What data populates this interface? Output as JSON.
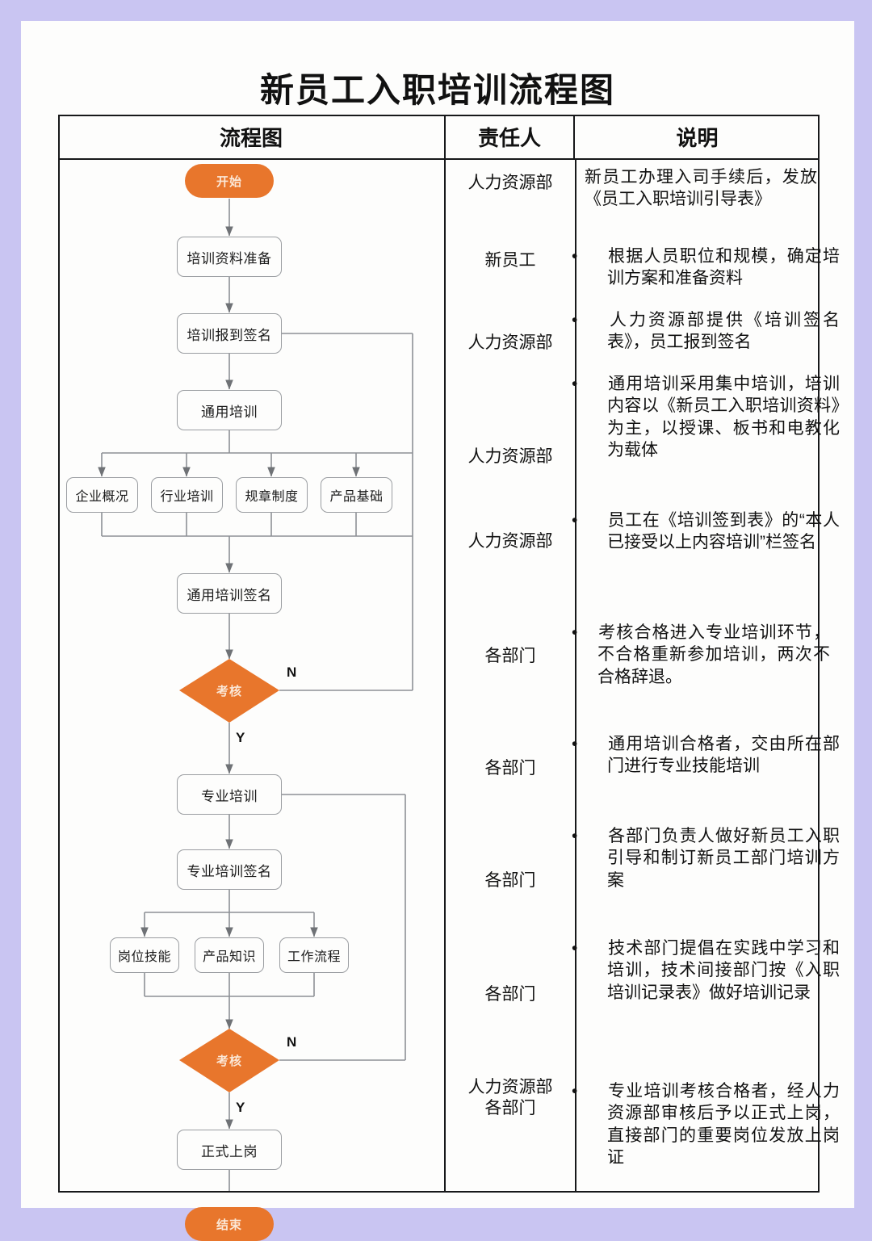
{
  "document": {
    "title": "新员工入职培训流程图",
    "accent_color": "#e8762c",
    "page_background": "#fdfdfc",
    "border_background": "#c9c5f2"
  },
  "table": {
    "headers": [
      "流程图",
      "责任人",
      "说明"
    ]
  },
  "flowchart": {
    "nodes": {
      "start": "开始",
      "prepare": "培训资料准备",
      "signin": "培训报到签名",
      "general": "通用培训",
      "g1": "企业概况",
      "g2": "行业培训",
      "g3": "规章制度",
      "g4": "产品基础",
      "general_sign": "通用培训签名",
      "exam1": "考核",
      "pro": "专业培训",
      "pro_sign": "专业培训签名",
      "p1": "岗位技能",
      "p2": "产品知识",
      "p3": "工作流程",
      "exam2": "考核",
      "onboard": "正式上岗",
      "end": "结束"
    },
    "branch_labels": {
      "exam1_no": "N",
      "exam1_yes": "Y",
      "exam2_no": "N",
      "exam2_yes": "Y"
    }
  },
  "owners": [
    "人力资源部",
    "新员工",
    "人力资源部",
    "人力资源部",
    "人力资源部",
    "各部门",
    "各部门",
    "各部门",
    "各部门",
    "人力资源部\n各部门"
  ],
  "owners_last_line1": "人力资源部",
  "owners_last_line2": "各部门",
  "notes": [
    "新员工办理入司手续后，发放《员工入职培训引导表》",
    "根据人员职位和规模，确定培训方案和准备资料",
    "人力资源部提供《培训签名表》，员工报到签名",
    "通用培训采用集中培训，培训内容以《新员工入职培训资料》为主，以授课、板书和电教化为载体",
    "员工在《培训签到表》的“本人已接受以上内容培训”栏签名",
    "考核合格进入专业培训环节，不合格重新参加培训，两次不合格辞退。",
    "通用培训合格者，交由所在部门进行专业技能培训",
    "各部门负责人做好新员工入职引导和制订新员工部门培训方案",
    "技术部门提倡在实践中学习和培训，技术间接部门按《入职培训记录表》做好培训记录",
    "专业培训考核合格者，经人力资源部审核后予以正式上岗，直接部门的重要岗位发放上岗证"
  ]
}
